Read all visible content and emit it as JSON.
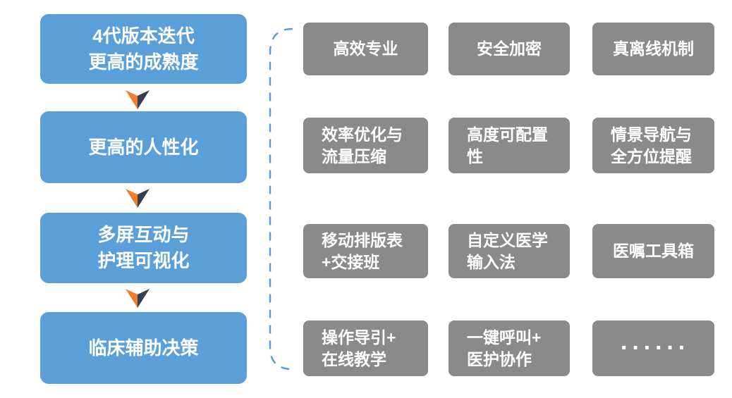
{
  "colors": {
    "stage_box_blue": "#5B9FD8",
    "feature_box_gray": "#8A8A8A",
    "arrow_orange": "#F07E2B",
    "arrow_navy": "#333F50",
    "brace_dash_blue": "#5B9BD5",
    "text_white": "#ffffff",
    "background": "#ffffff"
  },
  "stages": [
    {
      "label": "4代版本迭代\n更高的成熟度"
    },
    {
      "label": "更高的人性化"
    },
    {
      "label": "多屏互动与\n护理可视化"
    },
    {
      "label": "临床辅助决策"
    }
  ],
  "features": [
    [
      "高效专业",
      "安全加密",
      "真离线机制"
    ],
    [
      "效率优化与\n流量压缩",
      "高度可配置\n性",
      "情景导航与\n全方位提醒"
    ],
    [
      "移动排版表\n+交接班",
      "自定义医学\n输入法",
      "医嘱工具箱"
    ],
    [
      "操作导引+\n在线教学",
      "一键呼叫+\n医护协作",
      "······"
    ]
  ]
}
